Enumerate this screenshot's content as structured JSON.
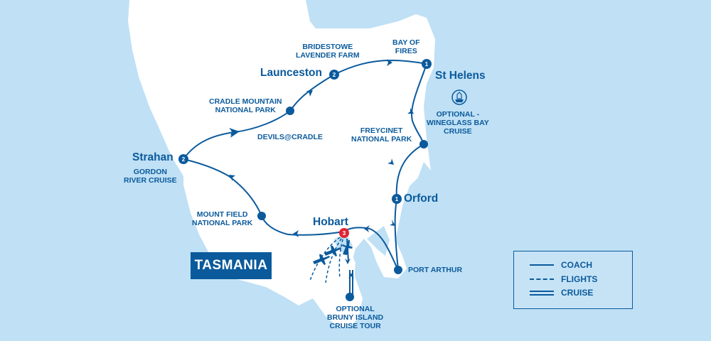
{
  "region_label": "TASMANIA",
  "colors": {
    "sea": "#bfe0f5",
    "land": "#ffffff",
    "route": "#0b5a9c",
    "hobart_marker": "#e02233"
  },
  "stops": {
    "launceston": {
      "name": "Launceston",
      "nights": "2"
    },
    "st_helens": {
      "name": "St Helens",
      "nights": "1"
    },
    "orford": {
      "name": "Orford",
      "nights": "1"
    },
    "hobart": {
      "name": "Hobart",
      "nights": "3"
    },
    "strahan": {
      "name": "Strahan",
      "nights": "2"
    }
  },
  "places": {
    "bridestowe": "BRIDESTOWE\nLAVENDER FARM",
    "bay_of_fires": "BAY OF\nFIRES",
    "cradle_mountain": "CRADLE MOUNTAIN\nNATIONAL PARK",
    "devils_cradle": "DEVILS@CRADLE",
    "wineglass_bay": "OPTIONAL -\nWINEGLASS BAY\nCRUISE",
    "freycinet": "FREYCINET\nNATIONAL PARK",
    "gordon_river": "GORDON\nRIVER CRUISE",
    "mount_field": "MOUNT FIELD\nNATIONAL PARK",
    "port_arthur": "PORT ARTHUR",
    "bruny_island": "OPTIONAL\nBRUNY ISLAND\nCRUISE TOUR"
  },
  "legend": {
    "coach": "COACH",
    "flights": "FLIGHTS",
    "cruise": "CRUISE"
  },
  "icons": {
    "boat": "boat-icon",
    "plane": "plane-icon",
    "arrow": "arrow-icon"
  }
}
